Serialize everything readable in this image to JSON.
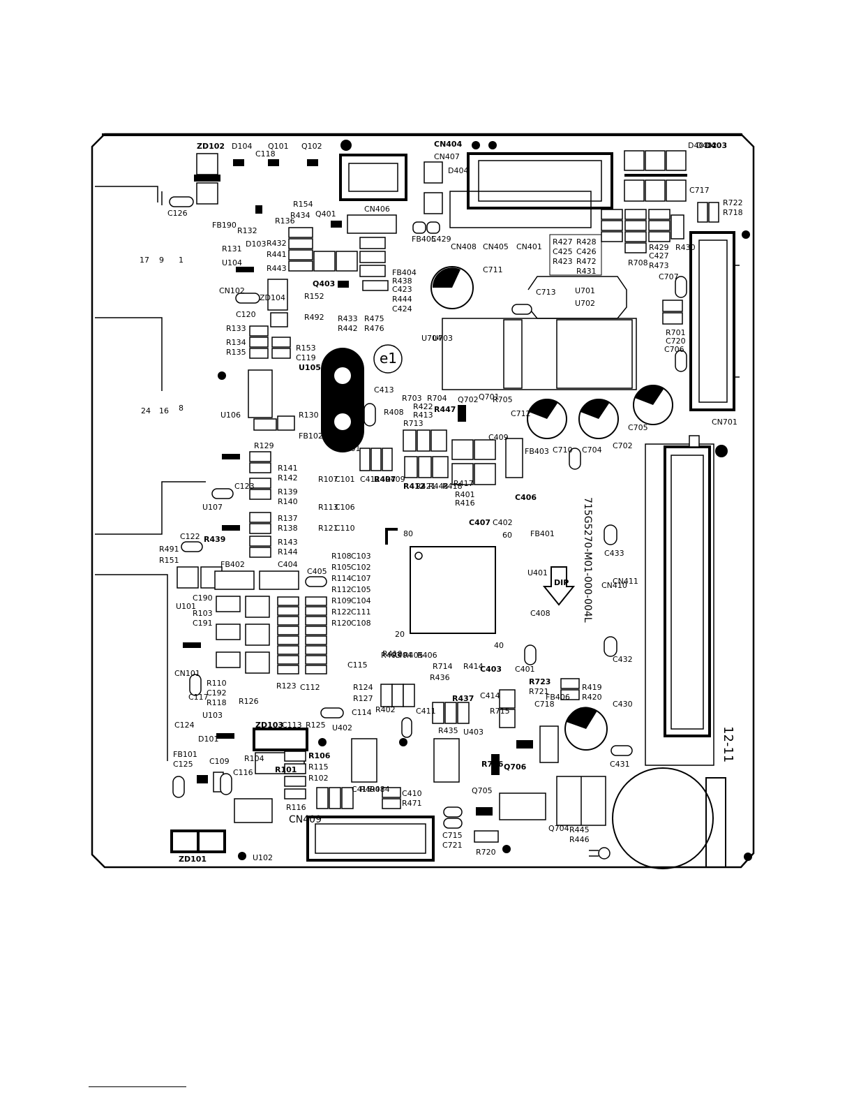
{
  "board": {
    "part_number": "715G5270-M01-000-004L",
    "revision": "12-11",
    "logo": "e1",
    "dip_mark": "DIP"
  },
  "labels": {
    "zd102": "ZD102",
    "d104": "D104",
    "q101": "Q101",
    "c118": "C118",
    "q102": "Q102",
    "r154": "R154",
    "q401": "Q401",
    "r136": "R136",
    "c126": "C126",
    "fb190": "FB190",
    "r132": "R132",
    "d103": "D103",
    "r131": "R131",
    "u104": "U104",
    "cn404": "CN404",
    "cn407": "CN407",
    "d404": "D404",
    "cn406": "CN406",
    "r434": "R434",
    "r432": "R432",
    "r441": "R441",
    "r443": "R443",
    "c429": "C429",
    "fb405": "FB405",
    "fb404": "FB404",
    "r438": "R438",
    "c423": "C423",
    "r444": "R444",
    "c424": "C424",
    "q403": "Q403",
    "cn102": "CN102",
    "c120": "C120",
    "zd104": "ZD104",
    "r152": "R152",
    "r492": "R492",
    "cn408": "CN408",
    "cn405": "CN405",
    "cn401": "CN401",
    "c711": "C711",
    "r433": "R433",
    "r475": "R475",
    "r442": "R442",
    "r476": "R476",
    "d401": "D401",
    "d402": "D402",
    "d403": "D403",
    "c717": "C717",
    "r722": "R722",
    "r718": "R718",
    "r427": "R427",
    "r428": "R428",
    "c425": "C425",
    "c426": "C426",
    "r423": "R423",
    "r472": "R472",
    "r431": "R431",
    "r429": "R429",
    "r430": "R430",
    "c427": "C427",
    "r473": "R473",
    "r708": "R708",
    "c707": "C707",
    "u701": "U701",
    "u702": "U702",
    "c713": "C713",
    "r701": "R701",
    "c720": "C720",
    "c706": "C706",
    "u703": "U703",
    "u704": "U704",
    "cn701": "CN701",
    "r133": "R133",
    "r134": "R134",
    "r135": "R135",
    "r153": "R153",
    "c119": "C119",
    "u105": "U105",
    "u106": "U106",
    "r130": "R130",
    "fb102": "FB102",
    "r129": "R129",
    "r141": "R141",
    "r142": "R142",
    "r139": "R139",
    "r140": "R140",
    "c123": "C123",
    "u107": "U107",
    "r137": "R137",
    "r138": "R138",
    "r143": "R143",
    "r144": "R144",
    "c122": "C122",
    "r491": "R491",
    "r151": "R151",
    "r439": "R439",
    "fb402": "FB402",
    "c404": "C404",
    "c405": "C405",
    "pin17": "17",
    "pin9": "9",
    "pin1": "1",
    "pin24": "24",
    "pin16": "16",
    "pin8": "8",
    "c413": "C413",
    "r408": "R408",
    "x401": "X401",
    "c412": "C412",
    "r407": "R407",
    "r409": "R409",
    "r703": "R703",
    "r704": "R704",
    "r422": "R422",
    "r413": "R413",
    "r713": "R713",
    "r447": "R447",
    "q702": "Q702",
    "q701": "Q701",
    "r705": "R705",
    "c409": "C409",
    "c712": "C712",
    "fb403": "FB403",
    "c710": "C710",
    "c704": "C704",
    "c702": "C702",
    "c705": "C705",
    "c101": "C101",
    "r107": "R107",
    "c106": "C106",
    "r113": "R113",
    "c110": "C110",
    "r121": "R121",
    "r412": "R412",
    "r421": "R421",
    "r448": "R448",
    "r418": "R418",
    "r417": "R417",
    "r401": "R401",
    "r416": "R416",
    "c406": "C406",
    "c407": "C407",
    "c402": "C402",
    "fb401": "FB401",
    "c433": "C433",
    "cn411": "CN411",
    "cn410": "CN410",
    "u401": "U401",
    "pin80": "80",
    "pin60": "60",
    "pin20": "20",
    "pin40": "40",
    "r108": "R108",
    "c103": "C103",
    "r105": "R105",
    "c102": "C102",
    "r114": "R114",
    "c107": "C107",
    "r112": "R112",
    "c105": "C105",
    "r109": "R109",
    "c104": "C104",
    "r122": "R122",
    "c111": "C111",
    "r120": "R120",
    "c108": "C108",
    "c190": "C190",
    "r103": "R103",
    "c191": "C191",
    "u101": "U101",
    "r410": "R410",
    "c408": "C408",
    "c432": "C432",
    "cn101": "CN101",
    "r110": "R110",
    "c192": "C192",
    "r118": "R118",
    "c117": "C117",
    "r123": "R123",
    "c112": "C112",
    "c115": "C115",
    "r124": "R124",
    "r127": "R127",
    "c114": "C114",
    "r126": "R126",
    "r403": "R403",
    "r404": "R404",
    "r405": "R405",
    "r406": "R406",
    "r714": "R714",
    "r414": "R414",
    "r436": "R436",
    "r437": "R437",
    "c403": "C403",
    "c401": "C401",
    "r723": "R723",
    "r721": "R721",
    "r419": "R419",
    "r420": "R420",
    "c430": "C430",
    "c414": "C414",
    "r715": "R715",
    "fb406": "FB406",
    "c718": "C718",
    "r402": "R402",
    "c411": "C411",
    "r435": "R435",
    "u403": "U403",
    "u402": "U402",
    "u103": "U103",
    "c124": "C124",
    "d101": "D101",
    "fb101": "FB101",
    "c125": "C125",
    "zd103": "ZD103",
    "c113": "C113",
    "r125": "R125",
    "r104": "R104",
    "c109": "C109",
    "c116": "C116",
    "r101": "R101",
    "r106": "R106",
    "r115": "R115",
    "r102": "R102",
    "r116": "R116",
    "q706": "Q706",
    "r716": "R716",
    "c431": "C431",
    "q705": "Q705",
    "c410": "C410",
    "r471": "R471",
    "c415": "C415",
    "r484": "R484",
    "r490": "R490",
    "cn409": "CN409",
    "c715": "C715",
    "c721": "C721",
    "r720": "R720",
    "q704": "Q704",
    "r445": "R445",
    "r446": "R446",
    "zd101": "ZD101",
    "u102": "U102"
  }
}
